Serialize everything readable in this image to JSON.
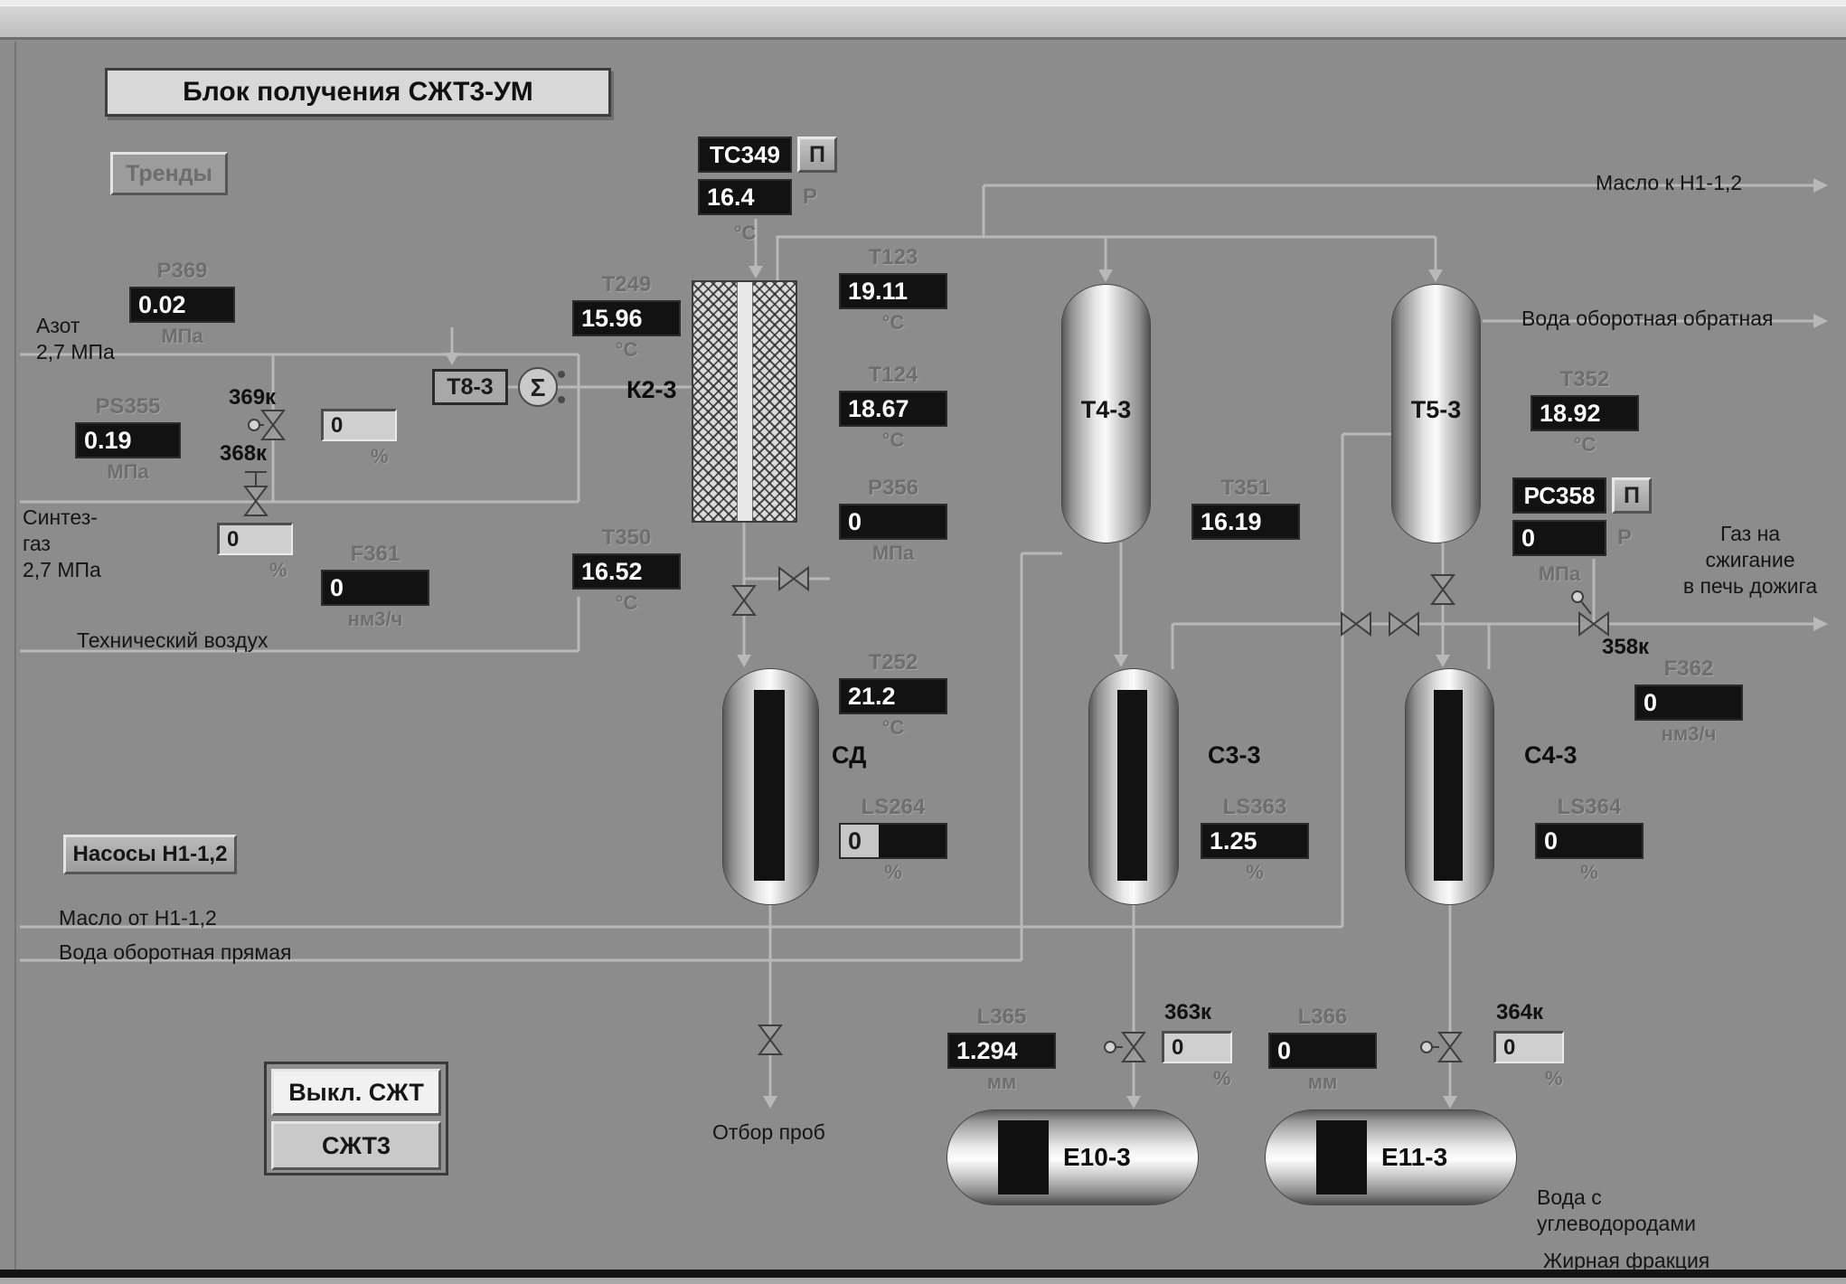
{
  "window": {
    "title": "Блок получения СЖТ3-УМ"
  },
  "icons": {
    "sigma": "Σ"
  },
  "buttons": {
    "trends": "Тренды",
    "pumps": "Насосы Н1-1,2",
    "szht_off": "Выкл. СЖТ",
    "szht3": "СЖТ3"
  },
  "controllers": {
    "tc349": {
      "tag": "ТС349",
      "p": "П",
      "value": "16.4",
      "r": "Р",
      "unit": "°С"
    },
    "pc358": {
      "tag": "РС358",
      "p": "П",
      "value": "0",
      "r": "Р",
      "unit": "МПа"
    }
  },
  "indicators": {
    "p369": {
      "tag": "Р369",
      "value": "0.02",
      "unit": "МПа"
    },
    "ps355": {
      "tag": "PS355",
      "value": "0.19",
      "unit": "МПа"
    },
    "t249": {
      "tag": "Т249",
      "value": "15.96",
      "unit": "°С"
    },
    "t350": {
      "tag": "Т350",
      "value": "16.52",
      "unit": "°С"
    },
    "f361": {
      "tag": "F361",
      "value": "0",
      "unit": "нм3/ч"
    },
    "t123": {
      "tag": "Т123",
      "value": "19.11",
      "unit": "°С"
    },
    "t124": {
      "tag": "Т124",
      "value": "18.67",
      "unit": "°С"
    },
    "p356": {
      "tag": "Р356",
      "value": "0",
      "unit": "МПа"
    },
    "t252": {
      "tag": "Т252",
      "value": "21.2",
      "unit": "°С"
    },
    "ls264": {
      "tag": "LS264",
      "value": "0",
      "unit": "%"
    },
    "t351": {
      "tag": "Т351",
      "value": "16.19",
      "unit": ""
    },
    "ls363": {
      "tag": "LS363",
      "value": "1.25",
      "unit": "%"
    },
    "t352": {
      "tag": "Т352",
      "value": "18.92",
      "unit": "°С"
    },
    "ls364": {
      "tag": "LS364",
      "value": "0",
      "unit": "%"
    },
    "f362": {
      "tag": "F362",
      "value": "0",
      "unit": "нм3/ч"
    },
    "l365": {
      "tag": "L365",
      "value": "1.294",
      "unit": "мм"
    },
    "l366": {
      "tag": "L366",
      "value": "0",
      "unit": "мм"
    }
  },
  "valves": {
    "369k": {
      "label": "369к",
      "value": "0",
      "unit": "%"
    },
    "368k": {
      "label": "368к",
      "value": "0",
      "unit": "%"
    },
    "358k": {
      "label": "358к"
    },
    "363k": {
      "label": "363к",
      "value": "0",
      "unit": "%"
    },
    "364k": {
      "label": "364к",
      "value": "0",
      "unit": "%"
    }
  },
  "equipment": {
    "t8_3": "Т8-3",
    "k2_3": "К2-3",
    "t4_3": "Т4-3",
    "t5_3": "Т5-3",
    "sd": "СД",
    "s3_3": "С3-3",
    "s4_3": "С4-3",
    "e10_3": "Е10-3",
    "e11_3": "Е11-3"
  },
  "streams": {
    "azot": "Азот\n2,7 МПа",
    "sintez": "Синтез-\nгаз\n2,7 МПа",
    "tech_air": "Технический воздух",
    "maslo_k": "Масло к Н1-1,2",
    "voda_obratnaya": "Вода оборотная обратная",
    "gaz": "Газ на\nсжигание\nв печь дожига",
    "maslo_ot": "Масло от Н1-1,2",
    "voda_pryamaya": "Вода оборотная прямая",
    "otbor_prob": "Отбор проб",
    "voda_s": "Вода с\nуглеводородами",
    "zhirnaya": "Жирная фракция"
  }
}
